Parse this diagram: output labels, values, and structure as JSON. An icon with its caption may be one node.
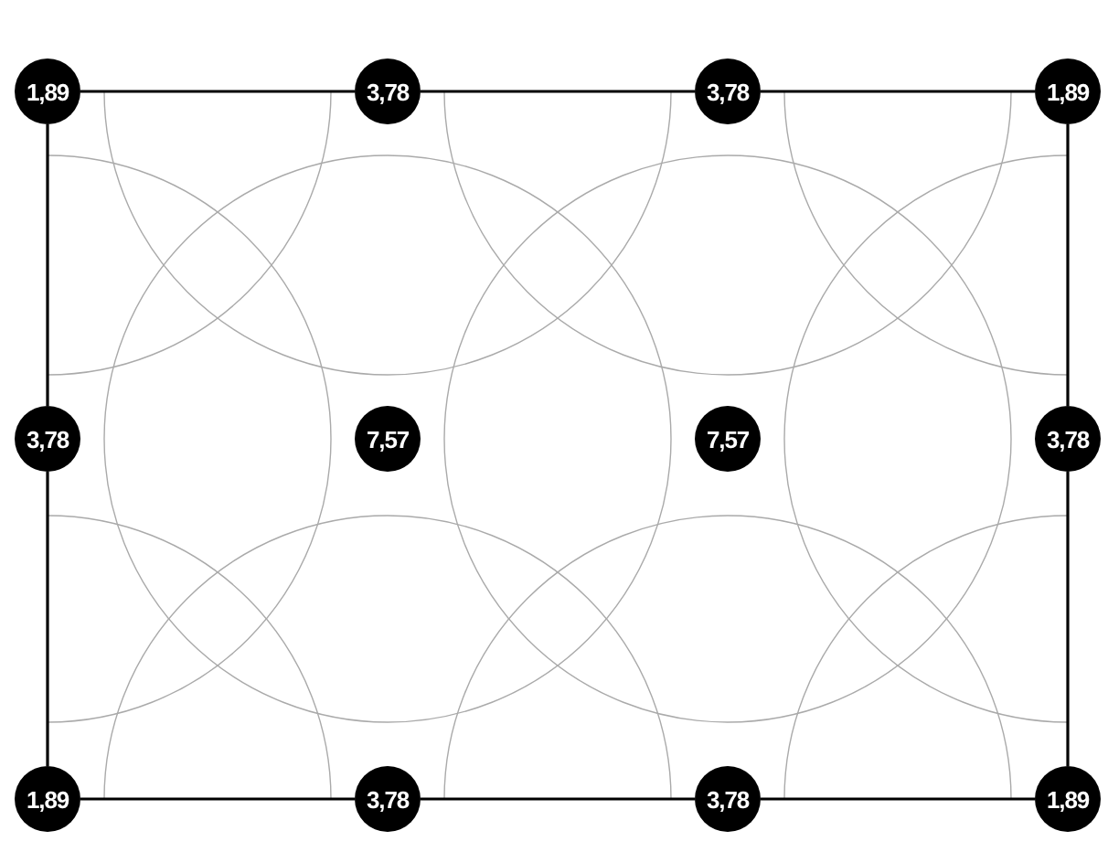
{
  "diagram": {
    "nodes": [
      {
        "text": [
          "1,89"
        ]
      },
      {
        "text": [
          "3,78"
        ]
      },
      {
        "text": [
          "3,78"
        ]
      },
      {
        "text": [
          "1,89"
        ]
      },
      {
        "text": [
          "3,78"
        ]
      },
      {
        "text": [
          "7,57"
        ]
      },
      {
        "text": [
          "7,57"
        ]
      },
      {
        "text": [
          "3,78"
        ]
      },
      {
        "text": [
          "1,89"
        ]
      },
      {
        "text": [
          "3,78"
        ]
      },
      {
        "text": [
          "3,78"
        ]
      },
      {
        "text": [
          "1,89"
        ]
      }
    ],
    "edges": [
      {
        "from": 0,
        "to": 1,
        "arrow": "none"
      },
      {
        "from": 1,
        "to": 2,
        "arrow": "none"
      },
      {
        "from": 2,
        "to": 3,
        "arrow": "none"
      },
      {
        "from": 0,
        "to": 4,
        "arrow": "none"
      },
      {
        "from": 4,
        "to": 8,
        "arrow": "none"
      },
      {
        "from": 3,
        "to": 7,
        "arrow": "none"
      },
      {
        "from": 7,
        "to": 11,
        "arrow": "none"
      },
      {
        "from": 8,
        "to": 9,
        "arrow": "none"
      },
      {
        "from": 9,
        "to": 10,
        "arrow": "none"
      },
      {
        "from": 10,
        "to": 11,
        "arrow": "none"
      }
    ]
  }
}
